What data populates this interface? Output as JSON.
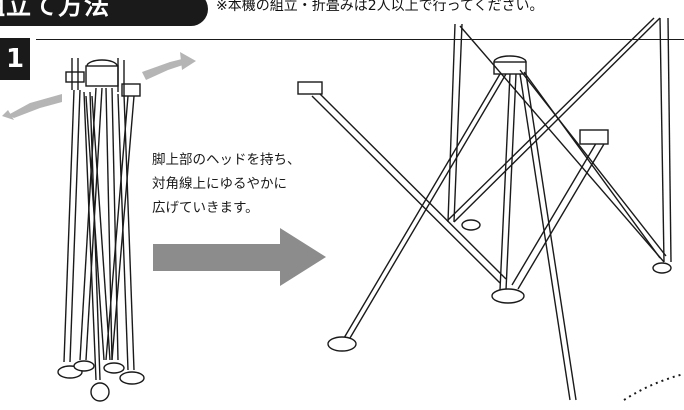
{
  "title": {
    "main": "組立て方法",
    "sub": "※本機の組立・折畳みは2人以上で行ってください。"
  },
  "step": {
    "number": "1"
  },
  "instruction": {
    "line1": "脚上部のヘッドを持ち、",
    "line2": "対角線上にゆるやかに",
    "line3": "広げていきます。"
  },
  "colors": {
    "arrow": "#8c8c8c",
    "badge": "#1a1a1a",
    "line": "#1a1a1a"
  }
}
